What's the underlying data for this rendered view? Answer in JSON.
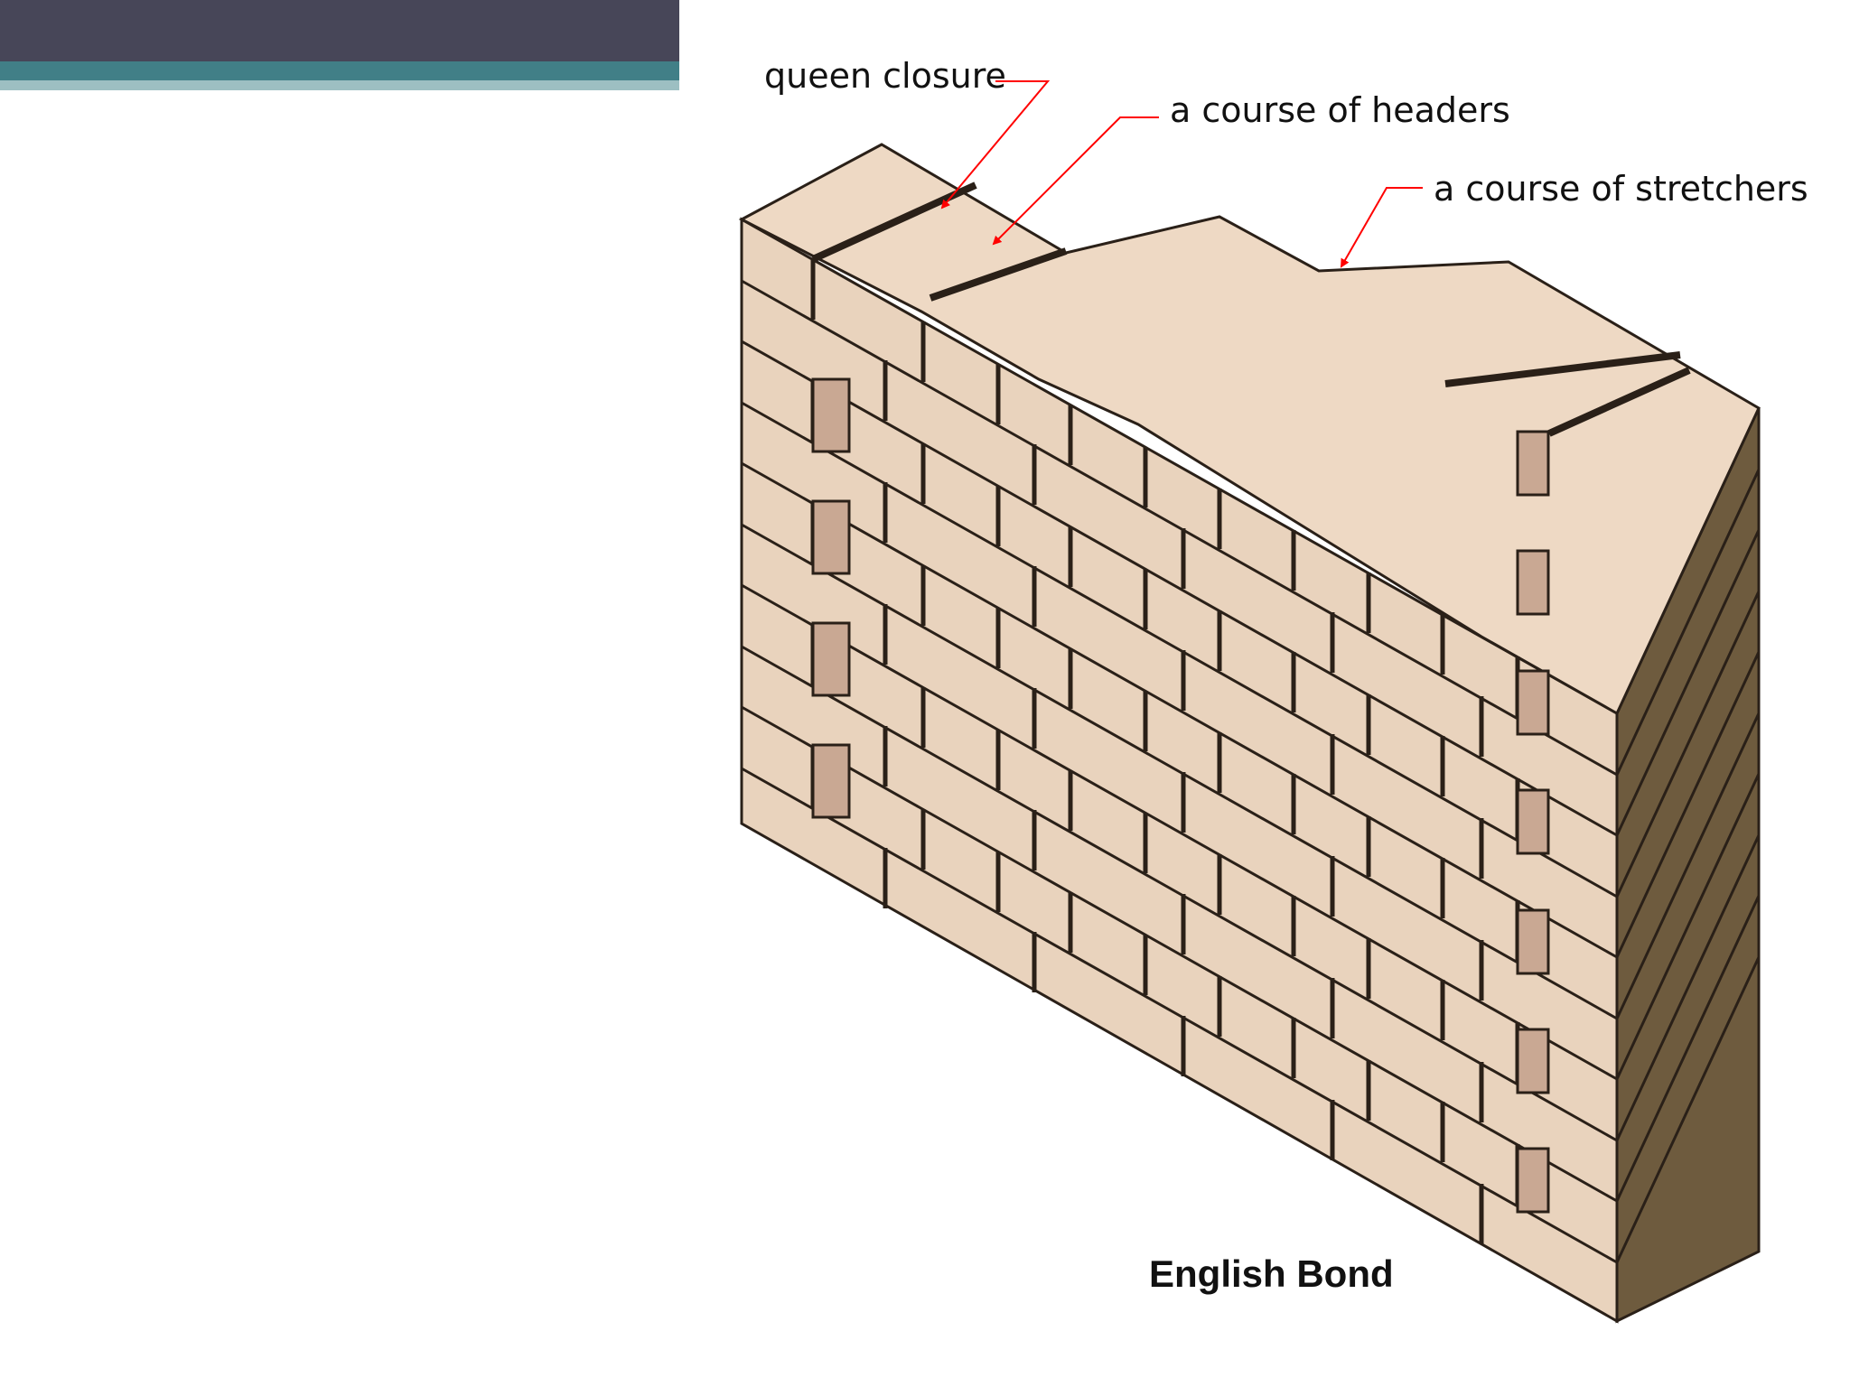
{
  "header": {
    "bar_color": "#474658",
    "accent_color": "#417f87",
    "accent_light_color": "#9dbfc2"
  },
  "diagram": {
    "caption": "English Bond",
    "callouts": {
      "queen_closure": "queen closure",
      "course_of_headers": "a course of headers",
      "course_of_stretchers": "a course of stretchers"
    },
    "colors": {
      "brick_face": "#e9d3bd",
      "brick_top": "#eed9c4",
      "brick_end": "#6e5b3e",
      "closure": "#c9a893",
      "mortar": "#2a2018",
      "leader": "#ff0000"
    }
  }
}
